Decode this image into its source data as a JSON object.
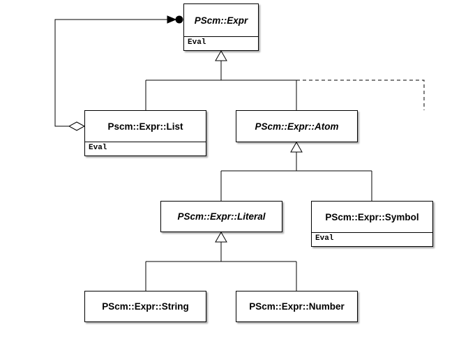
{
  "classes": {
    "expr": {
      "name": "PScm::Expr",
      "abstract": true,
      "operations": [
        "Eval"
      ]
    },
    "list": {
      "name": "Pscm::Expr::List",
      "abstract": false,
      "operations": [
        "Eval"
      ]
    },
    "atom": {
      "name": "PScm::Expr::Atom",
      "abstract": true,
      "operations": []
    },
    "literal": {
      "name": "PScm::Expr::Literal",
      "abstract": true,
      "operations": []
    },
    "symbol": {
      "name": "PScm::Expr::Symbol",
      "abstract": false,
      "operations": [
        "Eval"
      ]
    },
    "string": {
      "name": "PScm::Expr::String",
      "abstract": false,
      "operations": []
    },
    "number": {
      "name": "PScm::Expr::Number",
      "abstract": false,
      "operations": []
    }
  },
  "relationships": [
    {
      "type": "generalization",
      "from": "list",
      "to": "expr"
    },
    {
      "type": "generalization",
      "from": "atom",
      "to": "expr"
    },
    {
      "type": "generalization",
      "from": "literal",
      "to": "atom"
    },
    {
      "type": "generalization",
      "from": "symbol",
      "to": "atom"
    },
    {
      "type": "generalization",
      "from": "string",
      "to": "literal"
    },
    {
      "type": "generalization",
      "from": "number",
      "to": "literal"
    },
    {
      "type": "aggregation",
      "from": "list",
      "to": "expr"
    }
  ],
  "colors": {
    "line": "#000000",
    "box_fill": "#ffffff",
    "text": "#000000"
  }
}
